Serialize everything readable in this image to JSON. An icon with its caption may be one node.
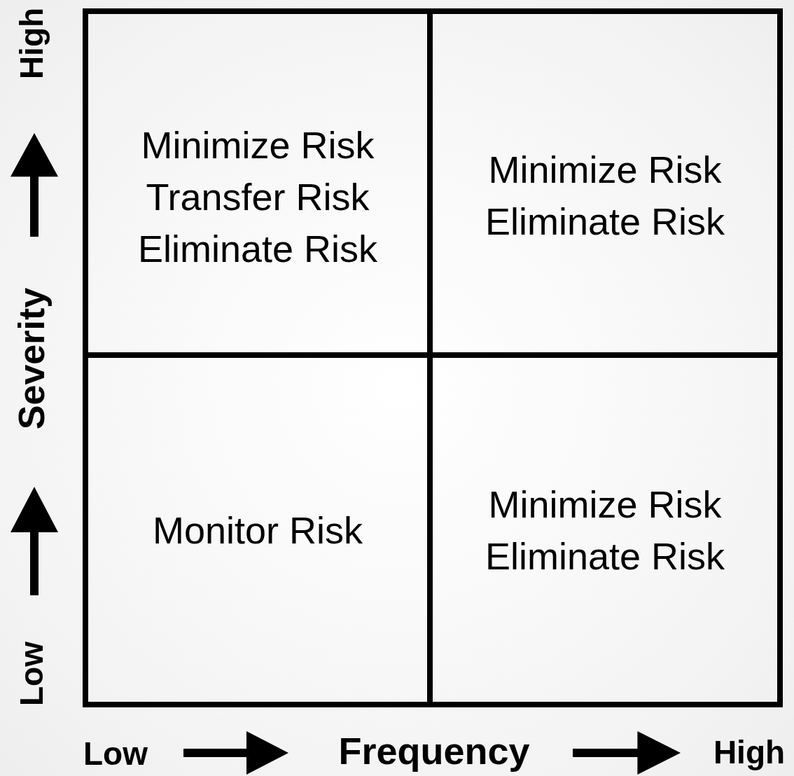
{
  "diagram": {
    "nodes": [
      {
        "text": [
          "Minimize Risk",
          "Transfer Risk",
          "Eliminate Risk"
        ]
      },
      {
        "text": [
          "Minimize Risk",
          "Eliminate Risk"
        ]
      },
      {
        "text": [
          "Monitor Risk"
        ]
      },
      {
        "text": [
          "Minimize Risk",
          "Eliminate Risk"
        ]
      }
    ],
    "edges": [],
    "labels": [
      "High",
      "Severity",
      "Low",
      "Low",
      "Frequency",
      "High"
    ]
  }
}
